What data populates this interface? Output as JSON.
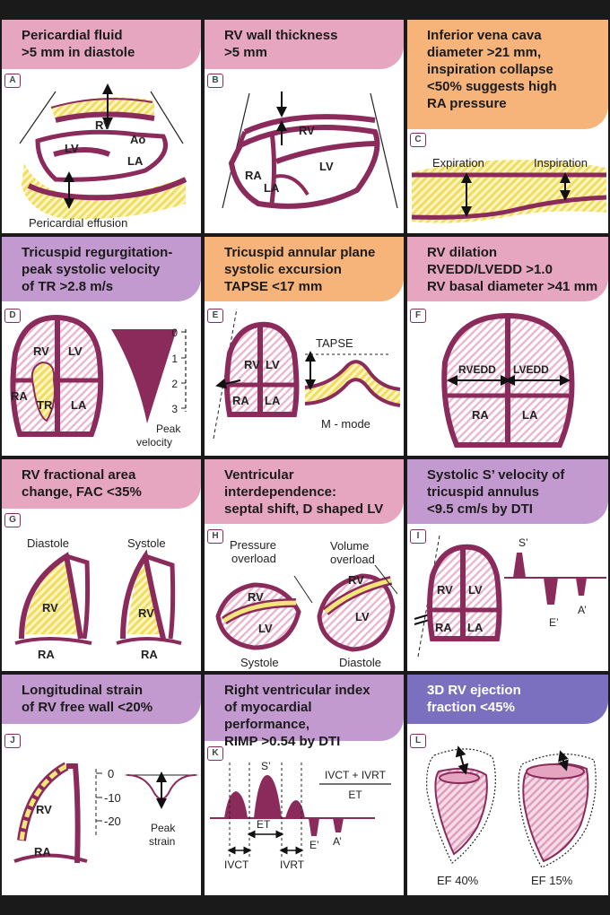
{
  "colors": {
    "wall": "#8a2b5b",
    "hatch": "#f3e57a",
    "pink_header": "#e7a6bf",
    "orange_header": "#f6b47a",
    "lavender_header": "#c39ad0",
    "blue_header": "#7b70bf"
  },
  "panels": [
    {
      "letter": "A",
      "title": [
        "Pericardial fluid",
        ">5 mm in diastole"
      ],
      "labels": {
        "rv": "RV",
        "ao": "Ao",
        "lv": "LV",
        "la": "LA",
        "effusion": "Pericardial effusion"
      }
    },
    {
      "letter": "B",
      "title": [
        "RV wall thickness",
        ">5 mm"
      ],
      "labels": {
        "rv": "RV",
        "ra": "RA",
        "lv": "LV",
        "la": "LA"
      }
    },
    {
      "letter": "C",
      "title": [
        "Inferior vena cava",
        "diameter >21 mm,",
        "inspiration collapse",
        "<50% suggests high",
        "RA pressure"
      ],
      "labels": {
        "expiration": "Expiration",
        "inspiration": "Inspiration"
      }
    },
    {
      "letter": "D",
      "title": [
        "Tricuspid regurgitation-",
        "peak systolic velocity",
        "of TR >2.8 m/s"
      ],
      "labels": {
        "rv": "RV",
        "lv": "LV",
        "ra": "RA",
        "tr": "TR",
        "la": "LA",
        "peak1": "Peak",
        "peak2": "velocity",
        "ticks": [
          "0",
          "1",
          "2",
          "3"
        ]
      }
    },
    {
      "letter": "E",
      "title": [
        "Tricuspid annular plane",
        "systolic excursion",
        "TAPSE <17 mm"
      ],
      "labels": {
        "rv": "RV",
        "lv": "LV",
        "ra": "RA",
        "la": "LA",
        "tapse": "TAPSE",
        "mmode": "M - mode"
      }
    },
    {
      "letter": "F",
      "title": [
        "RV dilation",
        "RVEDD/LVEDD >1.0",
        "RV basal diameter >41 mm"
      ],
      "labels": {
        "rvedd": "RVEDD",
        "lvedd": "LVEDD",
        "ra": "RA",
        "la": "LA"
      }
    },
    {
      "letter": "G",
      "title": [
        "RV fractional area",
        "change, FAC <35%"
      ],
      "labels": {
        "diastole": "Diastole",
        "systole": "Systole",
        "rv": "RV",
        "ra": "RA"
      }
    },
    {
      "letter": "H",
      "title": [
        "Ventricular",
        "interdependence:",
        "septal  shift, D shaped LV"
      ],
      "labels": {
        "pressure1": "Pressure",
        "pressure2": "overload",
        "volume1": "Volume",
        "volume2": "overload",
        "rv": "RV",
        "lv": "LV",
        "systole": "Systole",
        "diastole": "Diastole"
      }
    },
    {
      "letter": "I",
      "title": [
        "Systolic S’ velocity of",
        "tricuspid annulus",
        "<9.5 cm/s by DTI"
      ],
      "labels": {
        "rv": "RV",
        "lv": "LV",
        "ra": "RA",
        "la": "LA",
        "s": "S’",
        "e": "E’",
        "a": "A’"
      }
    },
    {
      "letter": "J",
      "title": [
        "Longitudinal strain",
        "of RV free wall <20%"
      ],
      "labels": {
        "rv": "RV",
        "ra": "RA",
        "ticks": [
          "0",
          "-10",
          "-20"
        ],
        "peak1": "Peak",
        "peak2": "strain"
      }
    },
    {
      "letter": "K",
      "title": [
        "Right ventricular index",
        "of myocardial performance,",
        "RIMP >0.54 by DTI"
      ],
      "labels": {
        "s": "S’",
        "et": "ET",
        "e": "E’",
        "a": "A’",
        "ivct": "IVCT",
        "ivrt": "IVRT",
        "numerator": "IVCT + IVRT",
        "denominator": "ET"
      }
    },
    {
      "letter": "L",
      "title": [
        "3D RV ejection",
        "fraction <45%"
      ],
      "labels": {
        "ef1": "EF 40%",
        "ef2": "EF 15%"
      }
    }
  ]
}
